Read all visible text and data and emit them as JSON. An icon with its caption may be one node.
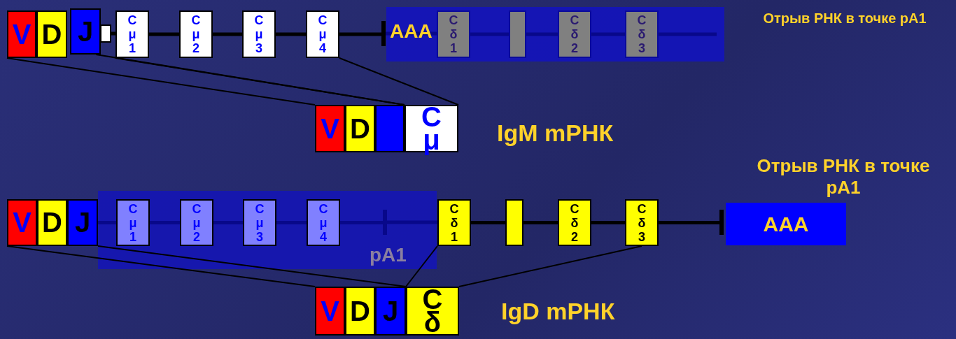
{
  "diagram": {
    "nodes": [
      {
        "text": [
          "V"
        ]
      },
      {
        "text": [
          "D"
        ]
      },
      {
        "text": [
          "J"
        ]
      },
      {
        "text": [],
        "shape": "box"
      },
      {
        "text": [
          "C μ 1"
        ]
      },
      {
        "text": [
          "C μ 2"
        ]
      },
      {
        "text": [
          "C μ 3"
        ]
      },
      {
        "text": [
          "C μ 4"
        ]
      },
      {
        "text": [
          "C δ 1"
        ]
      },
      {
        "text": [],
        "shape": "box"
      },
      {
        "text": [
          "C δ 2"
        ]
      },
      {
        "text": [
          "C δ 3"
        ]
      },
      {
        "text": [
          "V"
        ]
      },
      {
        "text": [
          "D"
        ]
      },
      {
        "text": [],
        "shape": "box"
      },
      {
        "text": [
          "C μ"
        ]
      },
      {
        "text": [
          "V"
        ]
      },
      {
        "text": [
          "D"
        ]
      },
      {
        "text": [
          "J"
        ]
      },
      {
        "text": [
          "C μ 1"
        ]
      },
      {
        "text": [
          "C μ 2"
        ]
      },
      {
        "text": [
          "C μ 3"
        ]
      },
      {
        "text": [
          "C μ 4"
        ]
      },
      {
        "text": [
          "C δ 1"
        ]
      },
      {
        "text": [],
        "shape": "box"
      },
      {
        "text": [
          "C δ 2"
        ]
      },
      {
        "text": [
          "C δ 3"
        ]
      },
      {
        "text": [
          "AAA"
        ]
      },
      {
        "text": [
          "V"
        ]
      },
      {
        "text": [
          "D"
        ]
      },
      {
        "text": [
          "J"
        ]
      },
      {
        "text": [
          "C δ"
        ]
      },
      {
        "text": [],
        "shape": "bar"
      },
      {
        "text": [],
        "shape": "bar"
      },
      {
        "text": [],
        "shape": "bar"
      }
    ],
    "edges": [
      {
        "from": 0,
        "to": 12,
        "arrow": "none"
      },
      {
        "from": 2,
        "to": 14,
        "arrow": "none"
      },
      {
        "from": 4,
        "to": 15,
        "arrow": "none"
      },
      {
        "from": 7,
        "to": 15,
        "arrow": "none"
      },
      {
        "from": 16,
        "to": 28,
        "arrow": "none"
      },
      {
        "from": 18,
        "to": 30,
        "arrow": "none"
      },
      {
        "from": 23,
        "to": 31,
        "arrow": "none"
      },
      {
        "from": 26,
        "to": 31,
        "arrow": "none"
      },
      {
        "from": 3,
        "to": 4,
        "arrow": "none"
      },
      {
        "from": 4,
        "to": 5,
        "arrow": "none"
      },
      {
        "from": 5,
        "to": 6,
        "arrow": "none"
      },
      {
        "from": 6,
        "to": 7,
        "arrow": "none"
      },
      {
        "from": 7,
        "to": 32,
        "arrow": "none"
      },
      {
        "from": 32,
        "to": 8,
        "arrow": "none",
        "color": "#08088a"
      },
      {
        "from": 8,
        "to": 9,
        "arrow": "none",
        "color": "#08088a"
      },
      {
        "from": 9,
        "to": 10,
        "arrow": "none",
        "color": "#08088a"
      },
      {
        "from": 10,
        "to": 11,
        "arrow": "none",
        "color": "#08088a"
      },
      {
        "from": 11,
        "to": null,
        "arrow": "none",
        "color": "#08088a"
      },
      {
        "from": 18,
        "to": 19,
        "arrow": "none",
        "color": "#08088a"
      },
      {
        "from": 19,
        "to": 20,
        "arrow": "none",
        "color": "#08088a"
      },
      {
        "from": 20,
        "to": 21,
        "arrow": "none",
        "color": "#08088a"
      },
      {
        "from": 21,
        "to": 22,
        "arrow": "none",
        "color": "#08088a"
      },
      {
        "from": 22,
        "to": 33,
        "arrow": "none",
        "color": "#08088a"
      },
      {
        "from": 33,
        "to": 23,
        "arrow": "none",
        "color": "#08088a"
      },
      {
        "from": 23,
        "to": 24,
        "arrow": "none"
      },
      {
        "from": 24,
        "to": 25,
        "arrow": "none"
      },
      {
        "from": 25,
        "to": 26,
        "arrow": "none"
      },
      {
        "from": 26,
        "to": 34,
        "arrow": "none"
      }
    ],
    "labels": [
      "AAA",
      "Отрыв РНК в точке pA1",
      "IgM mРНК",
      "Отрыв РНК в точке pA1",
      "pA1",
      "IgD mРНК"
    ]
  }
}
